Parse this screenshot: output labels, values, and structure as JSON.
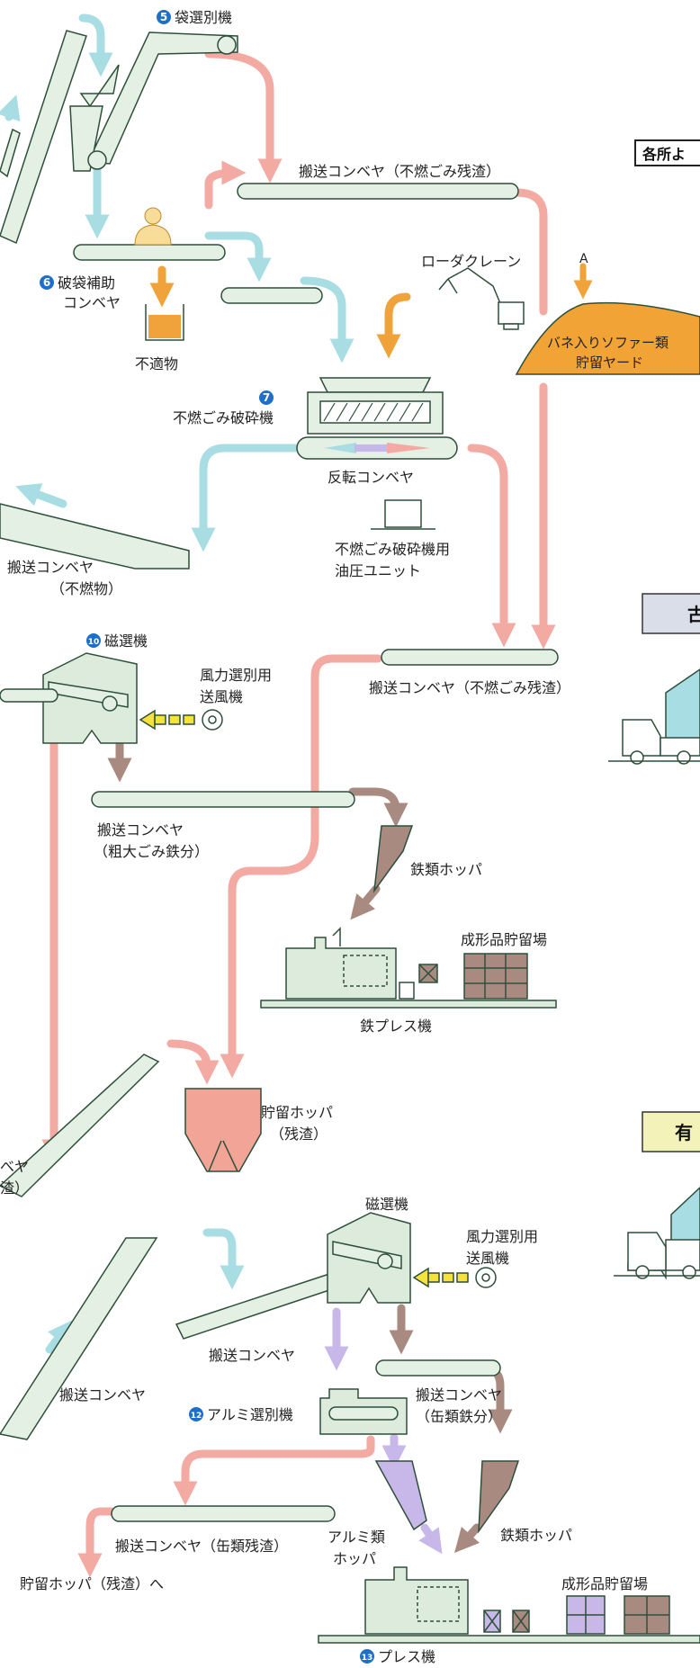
{
  "labels": {
    "bag_sorter": "袋選別機",
    "bag_aid_conveyor_1": "破袋補助",
    "bag_aid_conveyor_2": "コンベヤ",
    "unsuitable": "不適物",
    "transfer_conveyor_nonburnable_residue": "搬送コンベヤ（不燃ごみ残渣）",
    "loader_crane": "ローダクレーン",
    "marker_a": "A",
    "spring_sofa_1": "バネ入りソファー類",
    "spring_sofa_2": "貯留ヤード",
    "section_box_top": "各所よ",
    "crusher": "不燃ごみ破砕機",
    "reversing_conveyor": "反転コンベヤ",
    "transfer_conveyor_nonburnables_1": "搬送コンベヤ",
    "transfer_conveyor_nonburnables_2": "（不燃物）",
    "hydraulic_unit_1": "不燃ごみ破砕機用",
    "hydraulic_unit_2": "油圧ユニット",
    "magnetic_separator_1": "磁選機",
    "air_blower_1a": "風力選別用",
    "air_blower_1b": "送風機",
    "transfer_conveyor_nonburnable_residue_2": "搬送コンベヤ（不燃ごみ残渣）",
    "section_box_mid": "古",
    "transfer_conveyor_bulky_iron_1": "搬送コンベヤ",
    "transfer_conveyor_bulky_iron_2": "（粗大ごみ鉄分）",
    "iron_hopper_1": "鉄類ホッパ",
    "product_storage_1": "成形品貯留場",
    "iron_press": "鉄プレス機",
    "storage_hopper_1": "貯留ホッパ",
    "storage_hopper_2": "（残渣）",
    "left_edge_conveyor_1": "べヤ",
    "left_edge_conveyor_2": "渣）",
    "section_box_low": "有",
    "magnetic_separator_2": "磁選機",
    "air_blower_2a": "風力選別用",
    "air_blower_2b": "送風機",
    "transfer_conveyor_a": "搬送コンベヤ",
    "transfer_conveyor_b": "搬送コンベヤ",
    "transfer_conveyor_can_iron_1": "搬送コンベヤ",
    "transfer_conveyor_can_iron_2": "（缶類鉄分）",
    "aluminum_separator": "アルミ選別機",
    "transfer_conveyor_can_residue": "搬送コンベヤ（缶類残渣）",
    "aluminum_hopper_1": "アルミ類",
    "aluminum_hopper_2": "ホッパ",
    "iron_hopper_2": "鉄類ホッパ",
    "to_storage_hopper": "貯留ホッパ（残渣）へ",
    "product_storage_2": "成形品貯留場",
    "press": "プレス機"
  },
  "step_numbers": {
    "bag_sorter": "5",
    "bag_aid_conveyor": "6",
    "crusher": "7",
    "magnetic_separator": "10",
    "aluminum_separator": "12",
    "press": "13"
  },
  "colors": {
    "conveyor_fill": "#e3f0e3",
    "conveyor_stroke": "#2e4f3a",
    "flow_cyan": "#a8dde3",
    "flow_pink": "#f2aaa3",
    "flow_orange": "#f0a33a",
    "flow_brown": "#a88a80",
    "flow_lavender": "#c8b8ea",
    "flow_yellow": "#f5e23a",
    "machine_fill": "#dcebdc",
    "hopper_salmon": "#f2a597",
    "yard_orange": "#f1a336",
    "number_badge": "#1f6fc9",
    "section_box_mid_fill": "#d9dee8",
    "section_box_low_fill": "#f3f2b8"
  }
}
